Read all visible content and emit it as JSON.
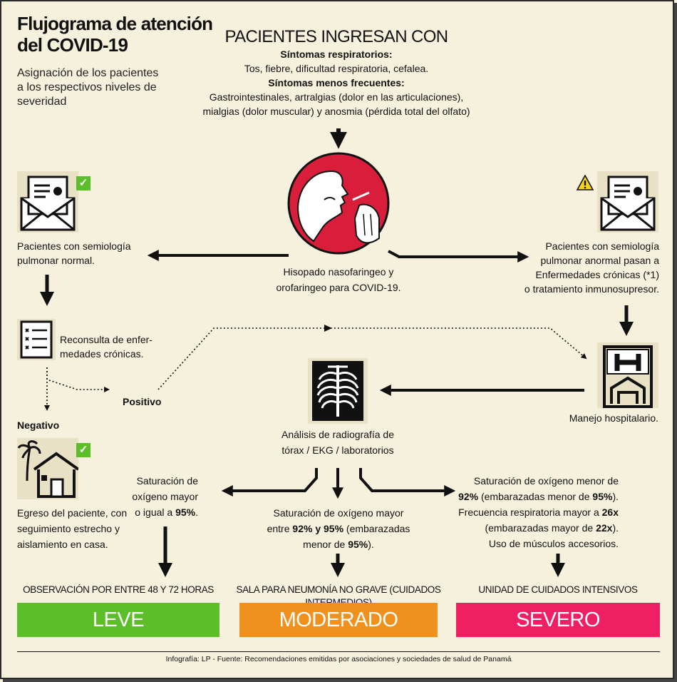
{
  "title": "Flujograma de atención del COVID-19",
  "title_line1": "Flujograma de atención",
  "title_line2": "del COVID-19",
  "subtitle_lines": [
    "Asignación de los pacientes",
    "a los respectivos niveles de",
    "severidad"
  ],
  "entry": {
    "heading": "PACIENTES INGRESAN CON",
    "resp_label": "Síntomas respiratorios:",
    "resp_text": "Tos, fiebre, dificultad respiratoria, cefalea.",
    "less_label": "Síntomas menos frecuentes:",
    "less_line1": "Gastrointestinales, artralgias (dolor en las articulaciones),",
    "less_line2": "mialgias (dolor muscular) y anosmia (pérdida total del olfato)"
  },
  "swab": {
    "line1": "Hisopado nasofaringeo y",
    "line2": "orofaringeo para COVID-19."
  },
  "normal": {
    "line1": "Pacientes con semiología",
    "line2": "pulmonar normal."
  },
  "abnormal": {
    "line1": "Pacientes con semiología",
    "line2": "pulmonar anormal pasan a",
    "line3": "Enfermedades crónicas (*1)",
    "line4": "o tratamiento inmunosupresor."
  },
  "reconsult": {
    "line1": "Reconsulta de enfer-",
    "line2": "medades crónicas."
  },
  "positivo": "Positivo",
  "negativo": "Negativo",
  "discharge": {
    "line1": "Egreso del paciente, con",
    "line2": "seguimiento estrecho y",
    "line3": "aislamiento en casa."
  },
  "hospital": "Manejo hospitalario.",
  "xray": {
    "line1": "Análisis de radiografía de",
    "line2": "tórax / EKG / laboratorios"
  },
  "sat_high": {
    "line1": "Saturación de",
    "line2": "oxígeno mayor",
    "line3a": "o igual a ",
    "line3b": "95%",
    "line3c": "."
  },
  "sat_mid": {
    "line1": "Saturación de oxígeno mayor",
    "line2a": "entre ",
    "line2b": "92% y 95%",
    "line2c": " (embarazadas",
    "line3a": "menor de ",
    "line3b": "95%",
    "line3c": ")."
  },
  "sat_low": {
    "line1": "Saturación de oxígeno menor de",
    "line2a": "92%",
    "line2b": " (embarazadas menor de ",
    "line2c": "95%",
    "line2d": ").",
    "line3a": "Frecuencia respiratoria mayor a ",
    "line3b": "26x",
    "line4a": "(embarazadas mayor de ",
    "line4b": "22x",
    "line4c": ").",
    "line5": "Uso de músculos accesorios."
  },
  "levels": [
    {
      "caption": "OBSERVACIÓN POR ENTRE 48 Y 72 HORAS",
      "label": "LEVE",
      "color": "#5cbf2a"
    },
    {
      "caption": "SALA PARA NEUMONÍA NO GRAVE (CUIDADOS INTERMEDIOS)",
      "label": "MODERADO",
      "color": "#f0911d"
    },
    {
      "caption": "UNIDAD DE CUIDADOS INTENSIVOS",
      "label": "SEVERO",
      "color": "#ef1f63"
    }
  ],
  "footer": "Infografía: LP - Fuente: Recomendaciones emitidas por asociaciones y sociedades de salud de Panamá",
  "icons": {
    "normal_doc": "envelope-document-icon",
    "check": "check-badge-icon",
    "warning": "warning-icon",
    "checklist": "checklist-icon",
    "house": "house-palm-icon",
    "hospital": "hospital-icon",
    "swab": "nasal-swab-icon",
    "xray": "chest-xray-icon"
  },
  "colors": {
    "background": "#f6f1dc",
    "swab_circle": "#d81e3a",
    "check": "#5cbf2a",
    "warning": "#f5d21e"
  }
}
